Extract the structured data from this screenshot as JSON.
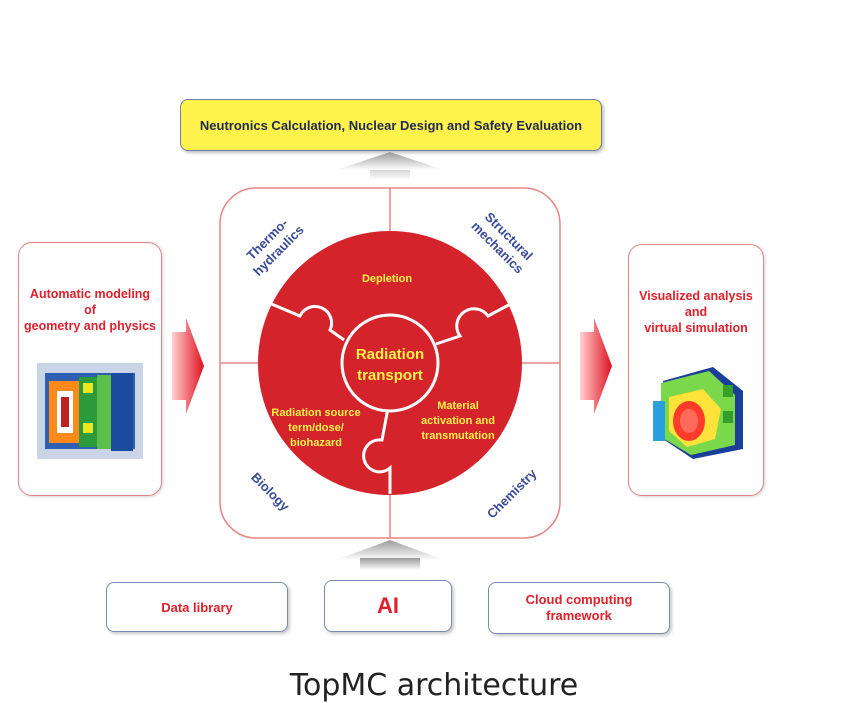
{
  "top": {
    "label": "Neutronics Calculation, Nuclear Design and Safety Evaluation"
  },
  "left_box": {
    "label_line1": "Automatic modeling",
    "label_line2": "of",
    "label_line3": "geometry and physics"
  },
  "right_box": {
    "label_line1": "Visualized analysis",
    "label_line2": "and",
    "label_line3": "virtual simulation"
  },
  "center": {
    "core_line1": "Radiation",
    "core_line2": "transport",
    "depletion": "Depletion",
    "material_line1": "Material",
    "material_line2": "activation and",
    "material_line3": "transmutation",
    "radiation_line1": "Radiation source",
    "radiation_line2": "term/dose/",
    "radiation_line3": "biohazard",
    "corner_thermo_line1": "Thermo-",
    "corner_thermo_line2": "hydraulics",
    "corner_struct_line1": "Structural",
    "corner_struct_line2": "mechanics",
    "corner_biology": "Biology",
    "corner_chemistry": "Chemistry"
  },
  "bottom": {
    "data_library": "Data library",
    "ai": "AI",
    "cloud_line1": "Cloud computing",
    "cloud_line2": "framework"
  },
  "caption": "TopMC architecture",
  "colors": {
    "red": "#d4232b",
    "blue_text": "#3a4a9a",
    "yellow": "#fff24a"
  }
}
